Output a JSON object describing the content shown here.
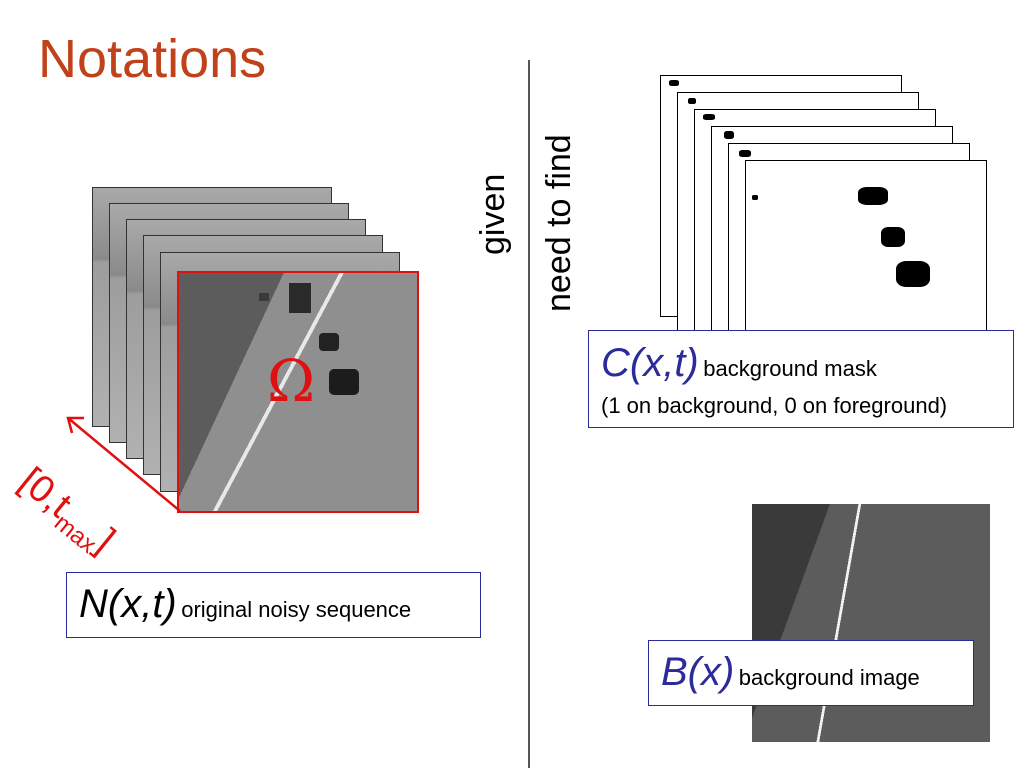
{
  "slide": {
    "title": "Notations",
    "left": {
      "label": "given",
      "omega_symbol": "Ω",
      "time_range_text": "[0,t",
      "time_range_sub": "max",
      "time_range_close": "]",
      "var_label": "N(x,t)",
      "var_desc": "original noisy sequence"
    },
    "right": {
      "label": "need to find",
      "mask_label": "C(x,t)",
      "mask_desc": "background mask",
      "mask_note": "(1 on background, 0 on foreground)",
      "bg_label": "B(x)",
      "bg_desc": "background image"
    }
  },
  "colors": {
    "title": "#c0421a",
    "accent_red": "#e01010",
    "box_border": "#2b2b9a",
    "italic_label": "#2b2b9a"
  }
}
